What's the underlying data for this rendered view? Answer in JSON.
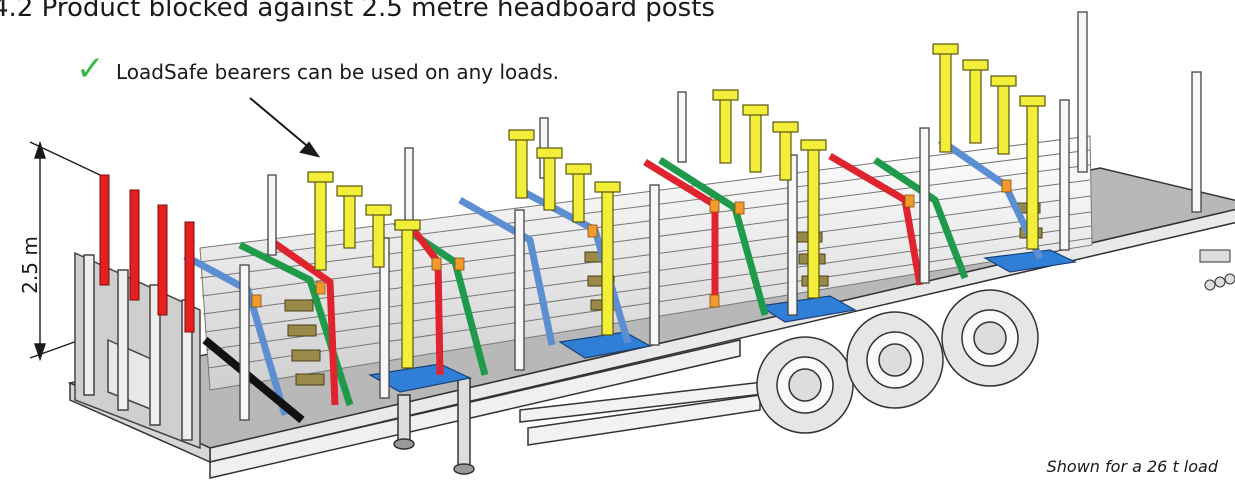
{
  "title": "4.2 Product blocked against 2.5 metre headboard posts",
  "note": "LoadSafe bearers can be used on any loads.",
  "check_symbol": "✓",
  "dimension_label": "2.5 m",
  "caption": "Shown for a 26 t load",
  "colors": {
    "check": "#3db54a",
    "headboard_posts": "#e62020",
    "upright_posts": "#f2ee3a",
    "bearers": "#2f7fd6",
    "strap_blue": "#5b8fd1",
    "strap_red": "#e0242f",
    "strap_green": "#1f9a4a",
    "strap_corner": "#f29a2e",
    "blocks": "#9a8a4a",
    "deck": "#bdbdbd",
    "lashing_black": "#111111"
  }
}
